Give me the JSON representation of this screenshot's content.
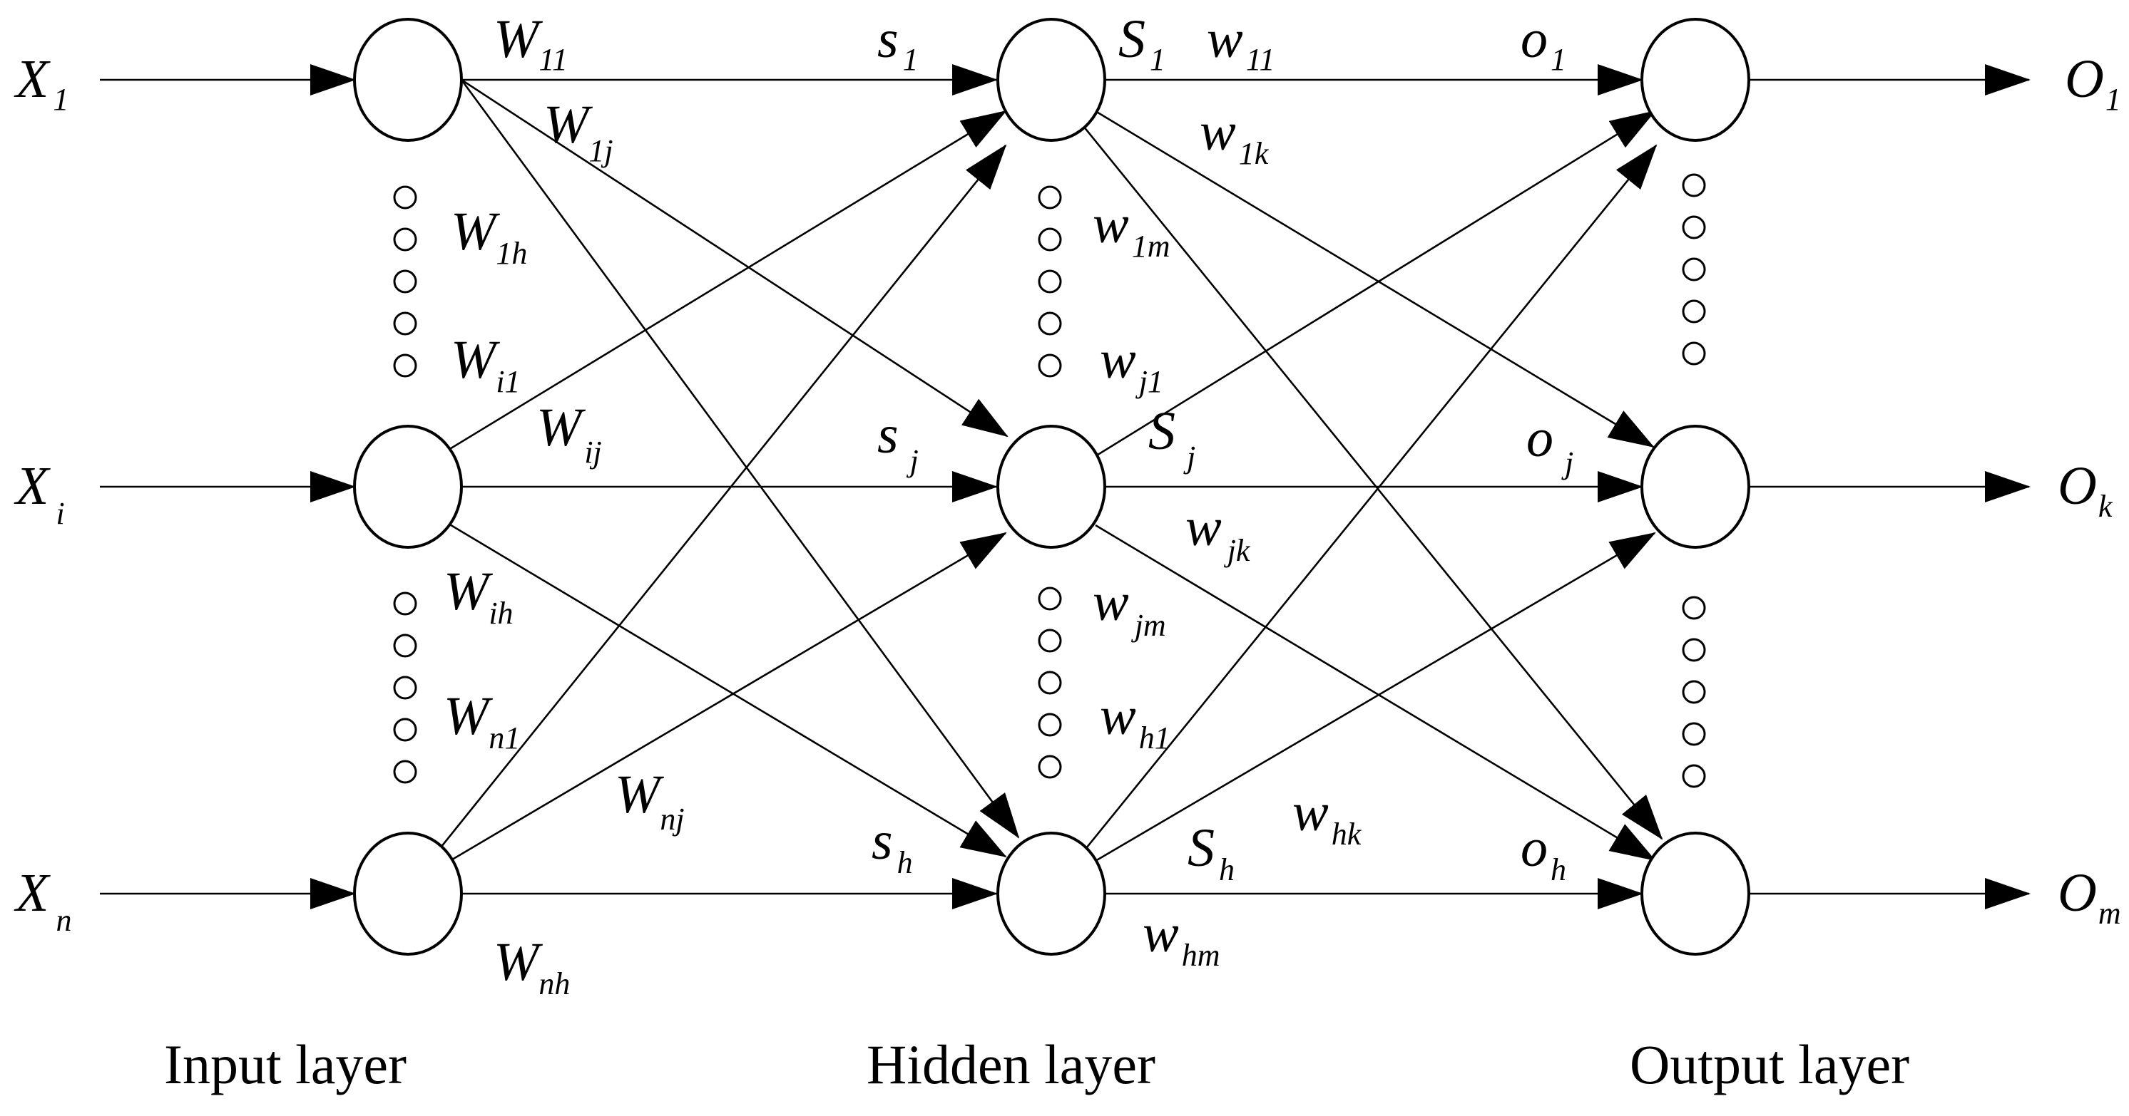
{
  "layers": {
    "input": "Input layer",
    "hidden": "Hidden layer",
    "output": "Output layer"
  },
  "labels": [
    {
      "id": "in-x1",
      "base": "X",
      "sub": "1"
    },
    {
      "id": "in-xi",
      "base": "X",
      "sub": "i"
    },
    {
      "id": "in-xn",
      "base": "X",
      "sub": "n"
    },
    {
      "id": "out-o1",
      "base": "O",
      "sub": "1"
    },
    {
      "id": "out-ok",
      "base": "O",
      "sub": "k"
    },
    {
      "id": "out-om",
      "base": "O",
      "sub": "m"
    },
    {
      "id": "w-11",
      "base": "W",
      "sub": "11"
    },
    {
      "id": "w-1j",
      "base": "W",
      "sub": "1j"
    },
    {
      "id": "w-1h",
      "base": "W",
      "sub": "1h"
    },
    {
      "id": "w-i1",
      "base": "W",
      "sub": "i1"
    },
    {
      "id": "w-ij",
      "base": "W",
      "sub": "ij"
    },
    {
      "id": "w-ih",
      "base": "W",
      "sub": "ih"
    },
    {
      "id": "w-n1",
      "base": "W",
      "sub": "n1"
    },
    {
      "id": "w-nj",
      "base": "W",
      "sub": "nj"
    },
    {
      "id": "w-nh",
      "base": "W",
      "sub": "nh"
    },
    {
      "id": "s-1",
      "base": "s",
      "sub": "1"
    },
    {
      "id": "s-j",
      "base": "s",
      "sub": "j"
    },
    {
      "id": "s-h",
      "base": "s",
      "sub": "h"
    },
    {
      "id": "S-1",
      "base": "S",
      "sub": "1"
    },
    {
      "id": "S-j",
      "base": "S",
      "sub": "j"
    },
    {
      "id": "S-h",
      "base": "S",
      "sub": "h"
    },
    {
      "id": "v-11",
      "base": "w",
      "sub": "11"
    },
    {
      "id": "v-1k",
      "base": "w",
      "sub": "1k"
    },
    {
      "id": "v-1m",
      "base": "w",
      "sub": "1m"
    },
    {
      "id": "v-j1",
      "base": "w",
      "sub": "j1"
    },
    {
      "id": "v-jk",
      "base": "w",
      "sub": "jk"
    },
    {
      "id": "v-jm",
      "base": "w",
      "sub": "jm"
    },
    {
      "id": "v-h1",
      "base": "w",
      "sub": "h1"
    },
    {
      "id": "v-hk",
      "base": "w",
      "sub": "hk"
    },
    {
      "id": "v-hm",
      "base": "w",
      "sub": "hm"
    },
    {
      "id": "o-1",
      "base": "o",
      "sub": "1"
    },
    {
      "id": "o-j",
      "base": "o",
      "sub": "j"
    },
    {
      "id": "o-h",
      "base": "o",
      "sub": "h"
    }
  ]
}
